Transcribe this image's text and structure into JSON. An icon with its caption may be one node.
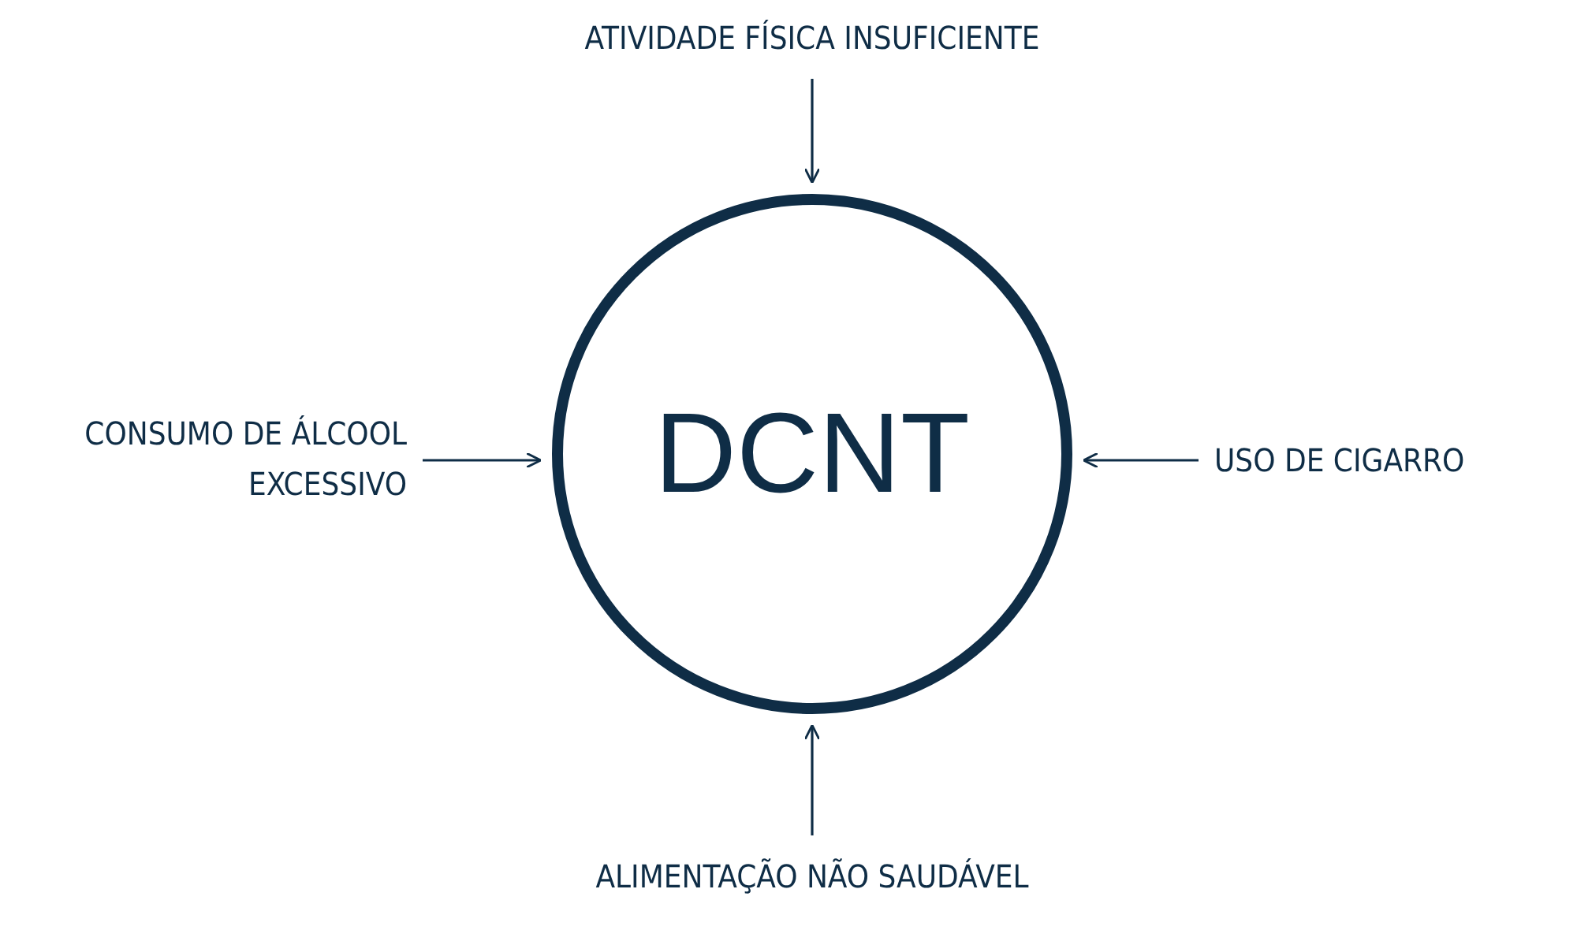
{
  "diagram": {
    "nodes": [
      {
        "text": [
          "ATIVIDADE FÍSICA INSUFICIENTE"
        ]
      },
      {
        "text": [
          "CONSUMO DE ÁLCOOL EXCESSIVO"
        ]
      },
      {
        "text": [
          "DCNT"
        ]
      },
      {
        "text": [
          "USO DE CIGARRO"
        ]
      },
      {
        "text": [
          "ALIMENTAÇÃO NÃO SAUDÁVEL"
        ]
      }
    ],
    "edges": [
      {
        "from": 0,
        "to": 2,
        "arrow": "to"
      },
      {
        "from": 1,
        "to": 2,
        "arrow": "to"
      },
      {
        "from": 3,
        "to": 2,
        "arrow": "to"
      },
      {
        "from": 4,
        "to": 2,
        "arrow": "to"
      }
    ]
  }
}
